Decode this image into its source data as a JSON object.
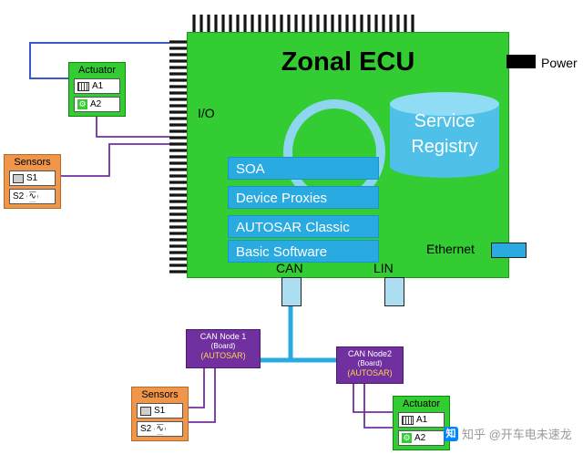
{
  "ecu": {
    "title": "Zonal ECU",
    "io_label": "I/O",
    "layers": [
      "SOA",
      "Device Proxies",
      "AUTOSAR Classic",
      "Basic Software"
    ],
    "service_registry_line1": "Service",
    "service_registry_line2": "Registry",
    "can_port": "CAN",
    "lin_port": "LIN"
  },
  "external_ports": {
    "power": "Power",
    "ethernet": "Ethernet"
  },
  "components": {
    "actuator_top": {
      "title": "Actuator",
      "items": [
        "A1",
        "A2"
      ]
    },
    "sensors_left": {
      "title": "Sensors",
      "items": [
        "S1",
        "S2"
      ]
    },
    "sensors_bottom": {
      "title": "Sensors",
      "items": [
        "S1",
        "S2"
      ]
    },
    "actuator_bottom": {
      "title": "Actuator",
      "items": [
        "A1",
        "A2"
      ]
    }
  },
  "nodes": {
    "node1": {
      "name": "CAN Node  1",
      "board": "(Board)",
      "autosar": "(AUTOSAR)"
    },
    "node2": {
      "name": "CAN Node2",
      "board": "(Board)",
      "autosar": "(AUTOSAR)"
    }
  },
  "watermark": {
    "logo": "知",
    "text": "知乎 @开车电未速龙"
  },
  "colors": {
    "ecu_green": "#33cc33",
    "bar_blue": "#29abe2",
    "cylinder_blue": "#4fc0e8",
    "cylinder_top_blue": "#90dcf4",
    "cycle_blue": "#8ed5f0",
    "node_purple": "#7030a0",
    "sensor_orange": "#f0964b",
    "wire_purple": "#7030a0",
    "wire_blue": "#3f58c9",
    "autosar_yellow": "#ffd34d"
  }
}
